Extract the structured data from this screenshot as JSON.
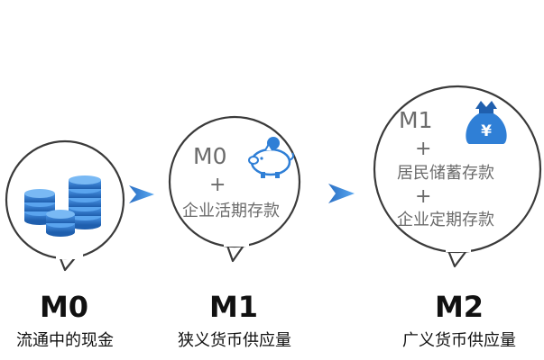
{
  "stages": [
    {
      "code": "M0",
      "caption": "流通中的现金",
      "icon": "coin-stacks-icon"
    },
    {
      "code": "M1",
      "caption": "狭义货币供应量",
      "bubble": {
        "base": "M0",
        "plus": "+",
        "item": "企业活期存款"
      },
      "icon": "piggy-bank-icon"
    },
    {
      "code": "M2",
      "caption": "广义货币供应量",
      "bubble": {
        "base": "M1",
        "plus1": "+",
        "item1": "居民储蓄存款",
        "plus2": "+",
        "item2": "企业定期存款"
      },
      "icon": "money-bag-icon",
      "bag_symbol": "¥"
    }
  ],
  "colors": {
    "accent": "#2f7fd6",
    "bubble_stroke": "#3a3a3a",
    "bubble_text": "#6b6b6b",
    "label": "#111111"
  },
  "arrow_icon": "chevron-right-icon"
}
